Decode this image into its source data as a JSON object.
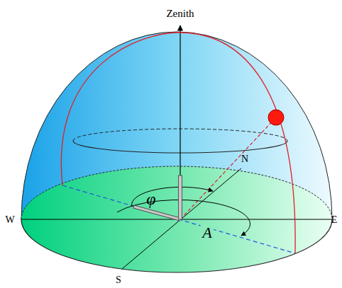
{
  "diagram": {
    "labels": [
      "Zenith",
      "N",
      "W",
      "E",
      "S",
      "φ",
      "A"
    ]
  }
}
